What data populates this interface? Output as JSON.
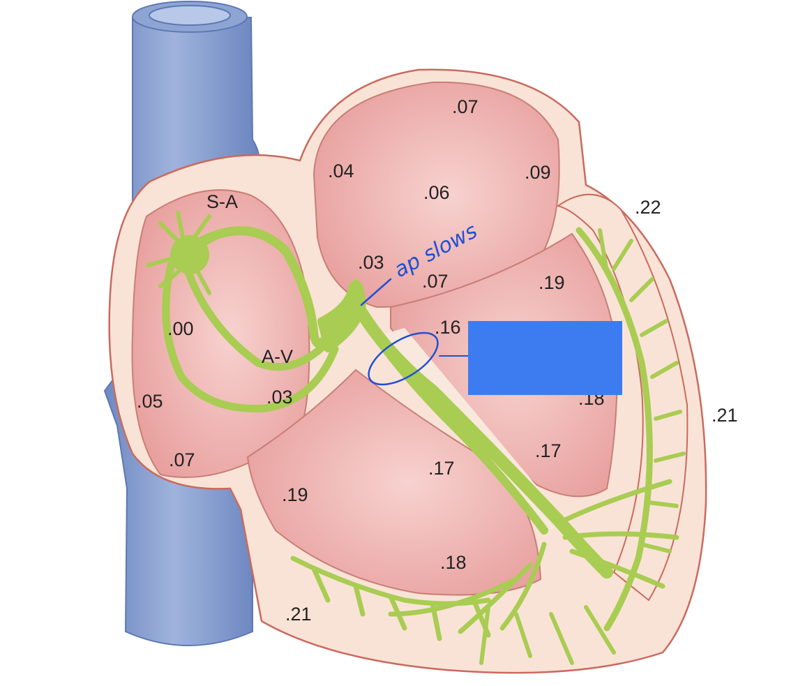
{
  "labels": {
    "sa_node": "S-A",
    "av_node": "A-V"
  },
  "times": {
    "t_top": ".07",
    "t_la_left": ".04",
    "t_la_right": ".09",
    "t_la_center": ".06",
    "t_outer_right_top": ".22",
    "t_septum_top": ".03",
    "t_septum_mid": ".07",
    "t_lv_upper": ".19",
    "t_bundle": ".16",
    "t_ra_mid": ".00",
    "t_ra_left": ".05",
    "t_av_below": ".03",
    "t_ra_bottom": ".07",
    "t_lv_mid_right": ".18",
    "t_lv_lower": ".17",
    "t_rv_center": ".17",
    "t_rv_left": ".19",
    "t_rv_bottom": ".18",
    "t_outer_bottom": ".21",
    "t_outer_right": ".21"
  },
  "annotation": {
    "text": "ap slows"
  },
  "colors": {
    "vessel": "#7f97c9",
    "myocardium": "#f9e3d6",
    "chamber": "#e99e9e",
    "conduction": "#a9cc52",
    "ink": "#1f4fd6",
    "redaction": "#3d7cf0"
  }
}
